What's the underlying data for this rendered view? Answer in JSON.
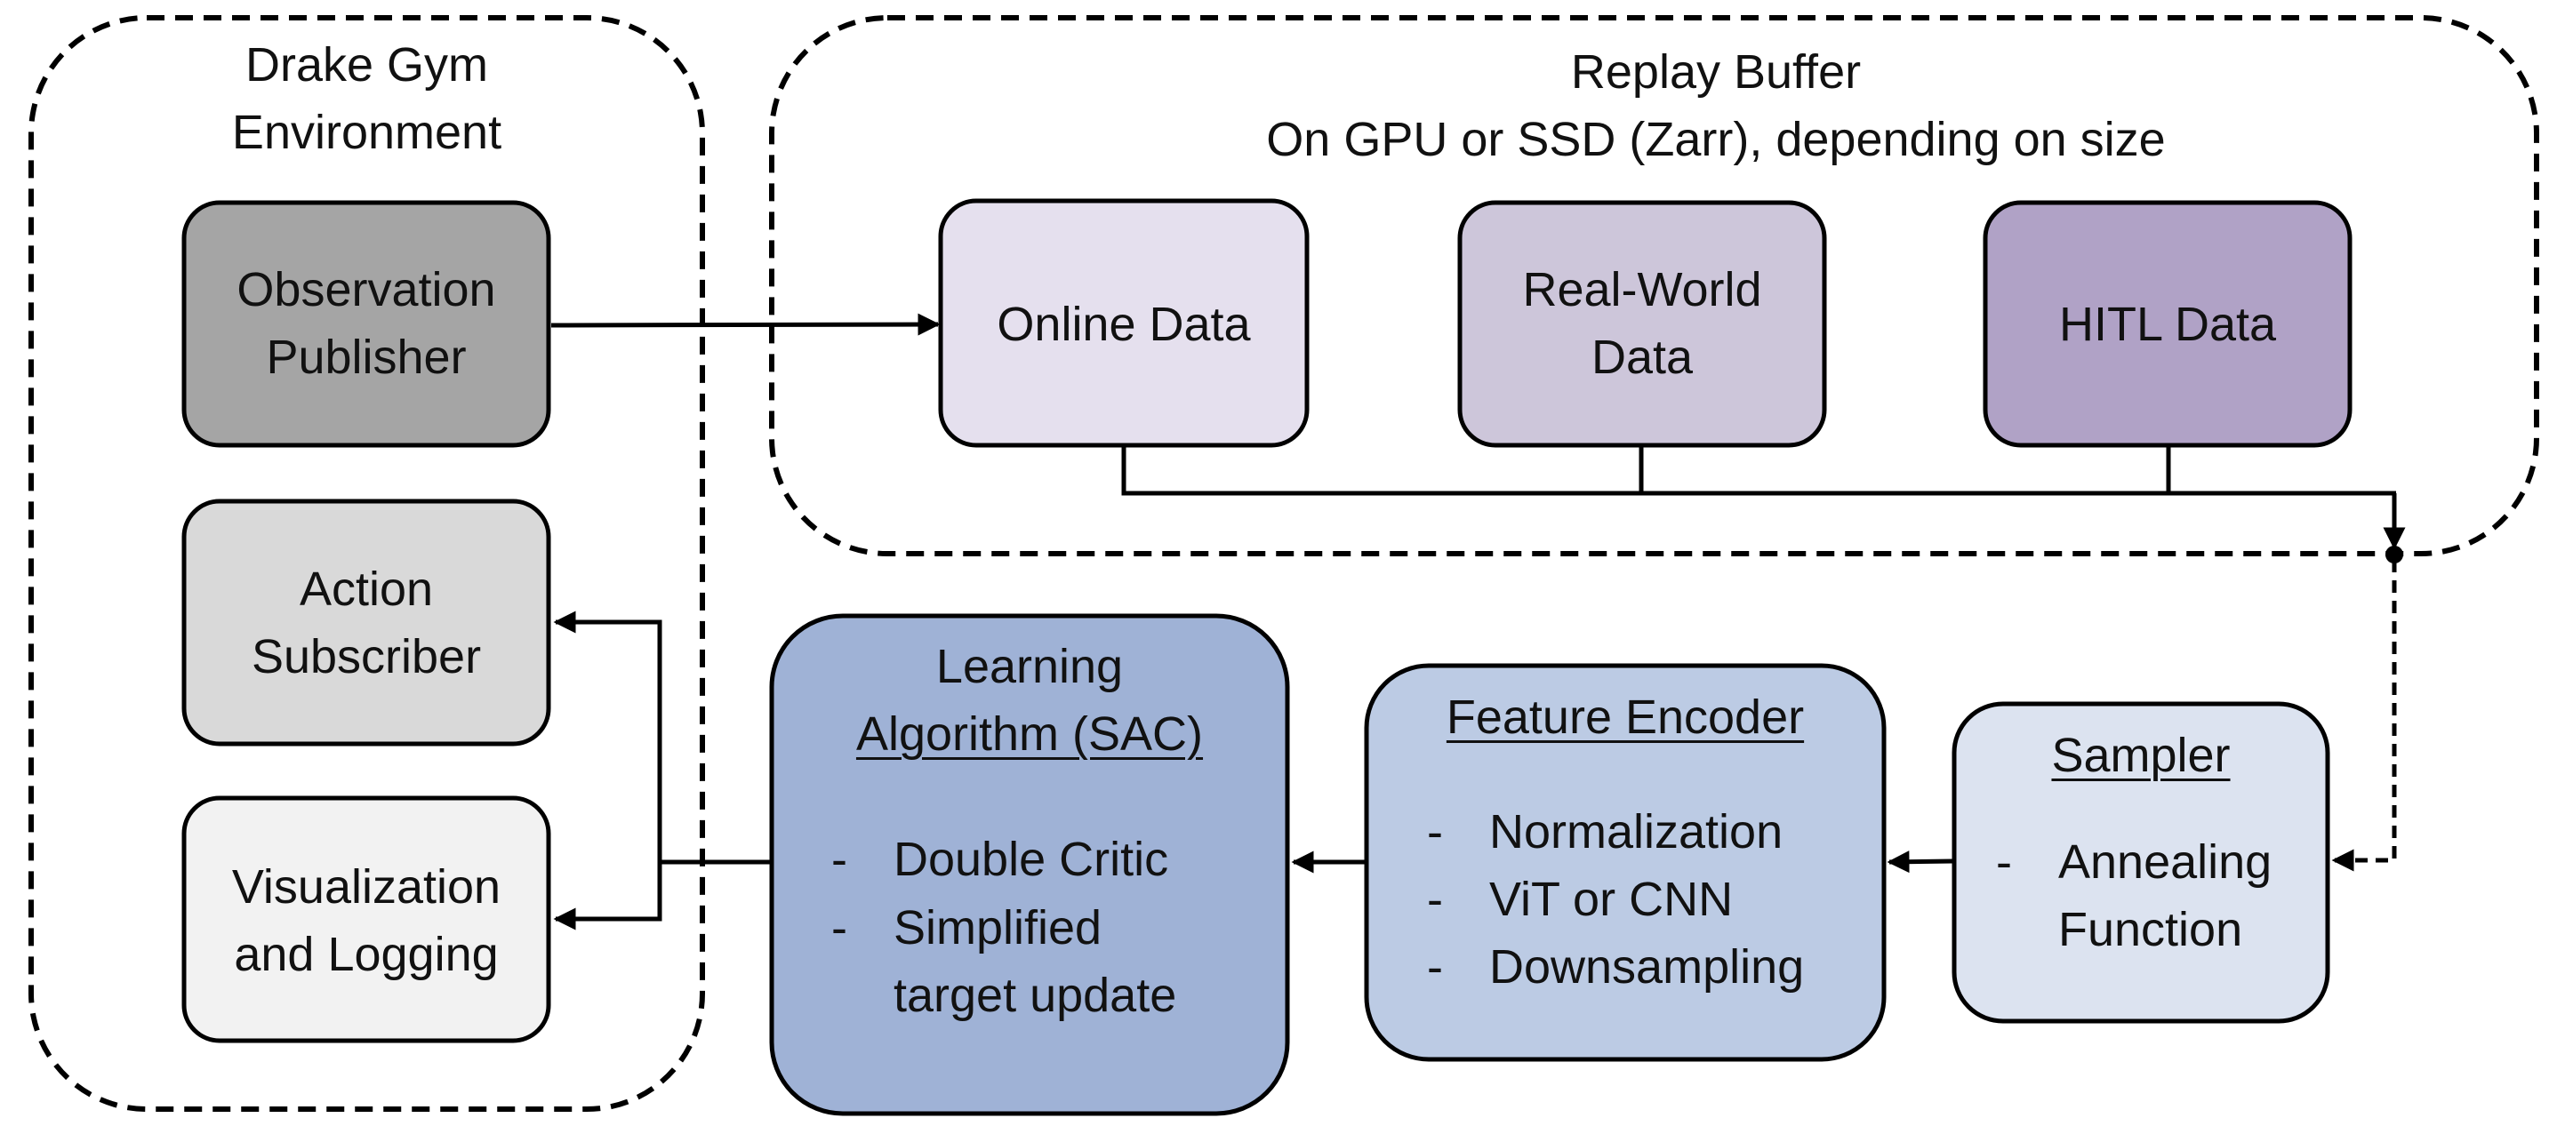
{
  "environment": {
    "title_line1": "Drake Gym",
    "title_line2": "Environment",
    "observation_publisher": [
      "Observation",
      "Publisher"
    ],
    "action_subscriber": [
      "Action",
      "Subscriber"
    ],
    "visualization": [
      "Visualization",
      "and Logging"
    ]
  },
  "replay_buffer": {
    "title_line1": "Replay Buffer",
    "title_line2": "On GPU or SSD (Zarr), depending on size",
    "online_data": "Online Data",
    "real_world_data": [
      "Real-World",
      "Data"
    ],
    "hitl_data": "HITL Data"
  },
  "learning": {
    "title_line1": "Learning",
    "title_line2": "Algorithm (SAC)",
    "bullet_dash": "-",
    "bullets": [
      "Double Critic",
      "Simplified",
      "target update"
    ]
  },
  "encoder": {
    "title": "Feature Encoder",
    "bullet_dash": "-",
    "bullets": [
      "Normalization",
      "ViT or CNN",
      "Downsampling"
    ]
  },
  "sampler": {
    "title": "Sampler",
    "bullet_dash": "-",
    "bullets": [
      "Annealing",
      "Function"
    ]
  },
  "colors": {
    "observation_fill": "#a5a5a5",
    "action_fill": "#d9d9d9",
    "visualization_fill": "#f2f2f2",
    "online_fill": "#e5e0ee",
    "real_world_fill": "#cdc6da",
    "hitl_fill": "#b0a2c6",
    "learning_fill": "#9fb2d6",
    "encoder_fill": "#bccbe4",
    "sampler_fill": "#dce3f0",
    "stroke": "#000000"
  }
}
